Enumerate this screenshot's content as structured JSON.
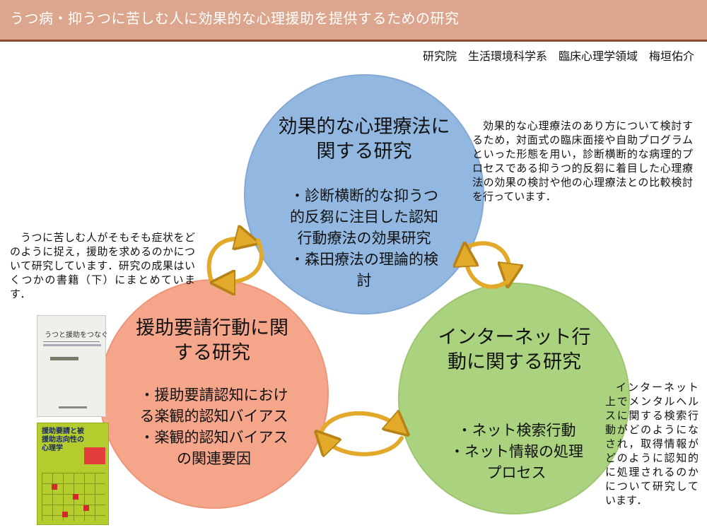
{
  "header": {
    "title": "うつ病・抑うつに苦しむ人に効果的な心理援助を提供するための研究"
  },
  "affiliation": "研究院　生活環境科学系　臨床心理学領域　梅垣佑介",
  "circles": {
    "psychotherapy": {
      "title": "効果的な心理療法に関する研究",
      "body": "・診断横断的な抑うつ的反芻に注目した認知行動療法の効果研究\n・森田療法の理論的検討",
      "color": "#92b8e1"
    },
    "help_seeking": {
      "title": "援助要請行動に関する研究",
      "body": "・援助要請認知における楽観的認知バイアス\n・楽観的認知バイアスの関連要因",
      "color": "#f5a58a"
    },
    "internet": {
      "title": "インターネット行動に関する研究",
      "body": "・ネット検索行動\n・ネット情報の処理プロセス",
      "color": "#abd37f"
    }
  },
  "notes": {
    "psychotherapy": "効果的な心理療法のあり方について検討するため，対面式の臨床面接や自助プログラムといった形態を用い，診断横断的な病理的プロセスである抑うつ的反芻に着目した心理療法の効果の検討や他の心理療法との比較検討を行っています．",
    "help_seeking": "うつに苦しむ人がそもそも症状をどのように捉え，援助を求めるのかについて研究しています．研究の成果はいくつかの書籍（下）にまとめています．",
    "internet": "インターネット上でメンタルヘルスに関する検索行動がどのようになされ，取得情報がどのように認知的に処理されるのかについて研究しています．"
  },
  "books": [
    {
      "title": "うつと援助をつなぐ"
    },
    {
      "title": "援助要請と被援助志向性の心理学"
    }
  ],
  "arrow_color": "#e3a92a"
}
